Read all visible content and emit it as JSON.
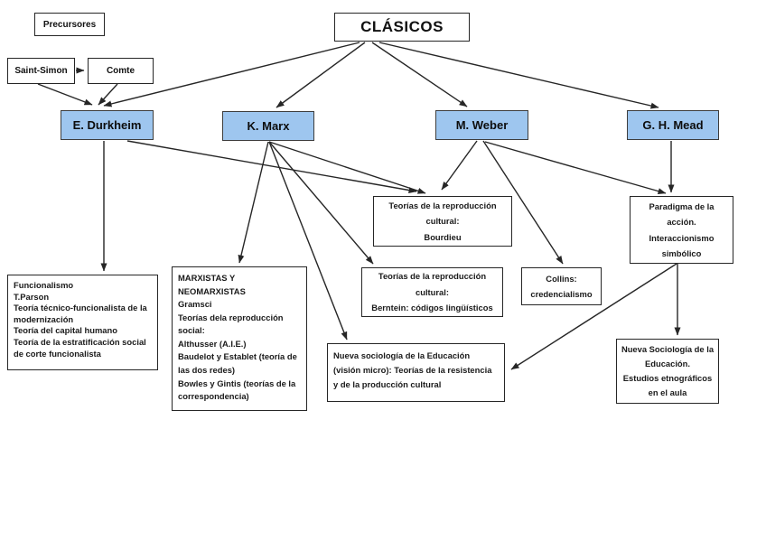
{
  "diagram": {
    "title": "CLÁSICOS",
    "colors": {
      "background": "#ffffff",
      "classic_node_fill": "#9ec6ef",
      "classic_node_border": "#3d3d3d",
      "box_border": "#262626",
      "arrow": "#262626",
      "text": "#111111"
    },
    "nodes": {
      "precursores": {
        "label": "Precursores"
      },
      "saint_simon": {
        "label": "Saint-Simon"
      },
      "comte": {
        "label": "Comte"
      },
      "clasicos": {
        "label": "CLÁSICOS"
      },
      "durkheim": {
        "label": "E. Durkheim"
      },
      "marx": {
        "label": "K. Marx"
      },
      "weber": {
        "label": "M. Weber"
      },
      "mead": {
        "label": "G. H. Mead"
      },
      "funcionalismo": {
        "label": "Funcionalismo\nT.Parson\nTeoría técnico-funcionalista de la modernización\nTeoría del capital humano\nTeoría de la estratificación social de corte funcionalista"
      },
      "marxistas": {
        "label": "MARXISTAS Y NEOMARXISTAS\nGramsci\nTeorías dela reproducción social:\nAlthusser (A.I.E.)\nBaudelot y Establet (teoría de las dos redes)\nBowles y Gintis (teorías de la correspondencia)"
      },
      "bourdieu": {
        "label": "Teorías de la reproducción cultural:\nBourdieu"
      },
      "berntein": {
        "label": "Teorías de la reproducción cultural:\nBerntein: códigos lingüísticos"
      },
      "collins": {
        "label": "Collins:\ncredencialismo"
      },
      "paradigma": {
        "label": "Paradigma de la acción.\nInteraccionismo simbólico"
      },
      "nueva_micro": {
        "label": "Nueva sociología de la Educación (visión micro): Teorías de la resistencia y de la producción cultural"
      },
      "nueva_aula": {
        "label": "Nueva Sociología de la Educación.\nEstudios etnográficos en el aula"
      }
    },
    "edges": [
      {
        "from": "saint_simon",
        "to": "comte"
      },
      {
        "from": "saint_simon",
        "to": "durkheim"
      },
      {
        "from": "comte",
        "to": "durkheim"
      },
      {
        "from": "clasicos",
        "to": "durkheim"
      },
      {
        "from": "clasicos",
        "to": "marx"
      },
      {
        "from": "clasicos",
        "to": "weber"
      },
      {
        "from": "clasicos",
        "to": "mead"
      },
      {
        "from": "durkheim",
        "to": "funcionalismo"
      },
      {
        "from": "durkheim",
        "to": "bourdieu"
      },
      {
        "from": "marx",
        "to": "marxistas"
      },
      {
        "from": "marx",
        "to": "bourdieu"
      },
      {
        "from": "marx",
        "to": "berntein"
      },
      {
        "from": "marx",
        "to": "nueva_micro"
      },
      {
        "from": "weber",
        "to": "bourdieu"
      },
      {
        "from": "weber",
        "to": "collins"
      },
      {
        "from": "weber",
        "to": "paradigma"
      },
      {
        "from": "mead",
        "to": "paradigma"
      },
      {
        "from": "paradigma",
        "to": "nueva_aula"
      },
      {
        "from": "paradigma",
        "to": "nueva_micro"
      }
    ]
  }
}
